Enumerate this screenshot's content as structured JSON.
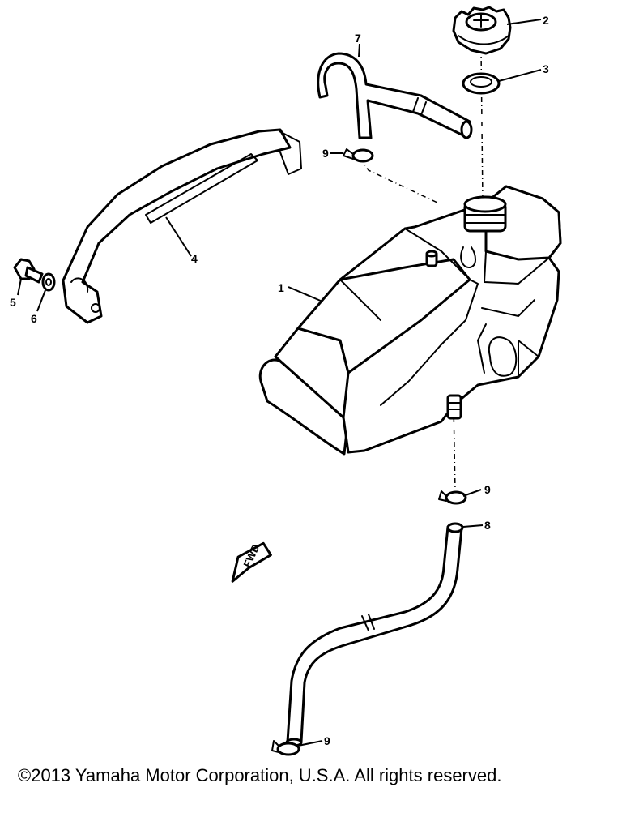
{
  "callouts": {
    "c1": "1",
    "c2": "2",
    "c3": "3",
    "c4": "4",
    "c5": "5",
    "c6": "6",
    "c7": "7",
    "c8": "8",
    "c9a": "9",
    "c9b": "9",
    "c9c": "9"
  },
  "fwd_label": "FWD",
  "copyright": "©2013 Yamaha Motor Corporation, U.S.A. All rights reserved."
}
